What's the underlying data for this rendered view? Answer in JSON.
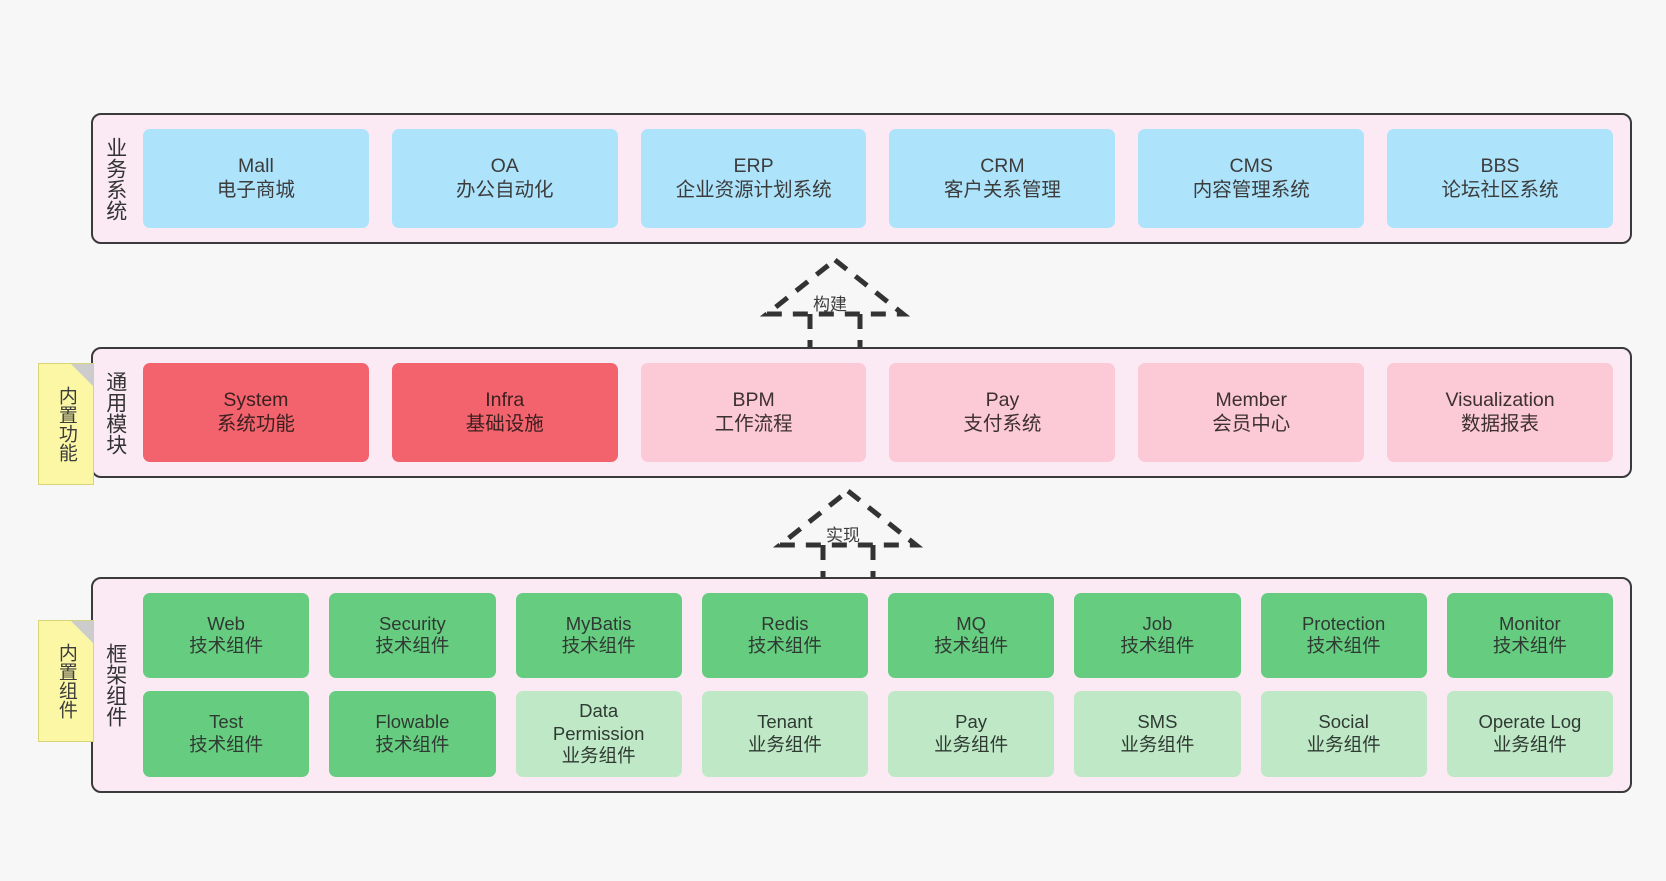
{
  "diagram": {
    "title": "",
    "colors": {
      "canvas_bg": "#f7f7f7",
      "layer_bg": "#fbeaf4",
      "layer_border": "#3a3a3a",
      "business_card": "#ade3fb",
      "core_module_card": "#f3636d",
      "module_card": "#fcc9d6",
      "tech_component_card": "#66cc80",
      "biz_component_card": "#bfe8c6",
      "note_bg": "#fbf7a5",
      "note_fold": "#cccccc",
      "arrow": "#333333"
    }
  },
  "layers": {
    "business": {
      "label": "业务系统",
      "cards": [
        {
          "title": "Mall",
          "subtitle": "电子商城"
        },
        {
          "title": "OA",
          "subtitle": "办公自动化"
        },
        {
          "title": "ERP",
          "subtitle": "企业资源计划系统"
        },
        {
          "title": "CRM",
          "subtitle": "客户关系管理"
        },
        {
          "title": "CMS",
          "subtitle": "内容管理系统"
        },
        {
          "title": "BBS",
          "subtitle": "论坛社区系统"
        }
      ]
    },
    "common": {
      "label": "通用模块",
      "note": "内置功能",
      "cards": [
        {
          "title": "System",
          "subtitle": "系统功能",
          "variant": "core"
        },
        {
          "title": "Infra",
          "subtitle": "基础设施",
          "variant": "core"
        },
        {
          "title": "BPM",
          "subtitle": "工作流程",
          "variant": "normal"
        },
        {
          "title": "Pay",
          "subtitle": "支付系统",
          "variant": "normal"
        },
        {
          "title": "Member",
          "subtitle": "会员中心",
          "variant": "normal"
        },
        {
          "title": "Visualization",
          "subtitle": "数据报表",
          "variant": "normal"
        }
      ]
    },
    "framework": {
      "label": "框架组件",
      "note": "内置组件",
      "row1": [
        {
          "title": "Web",
          "subtitle": "技术组件",
          "variant": "tech"
        },
        {
          "title": "Security",
          "subtitle": "技术组件",
          "variant": "tech"
        },
        {
          "title": "MyBatis",
          "subtitle": "技术组件",
          "variant": "tech"
        },
        {
          "title": "Redis",
          "subtitle": "技术组件",
          "variant": "tech"
        },
        {
          "title": "MQ",
          "subtitle": "技术组件",
          "variant": "tech"
        },
        {
          "title": "Job",
          "subtitle": "技术组件",
          "variant": "tech"
        },
        {
          "title": "Protection",
          "subtitle": "技术组件",
          "variant": "tech"
        },
        {
          "title": "Monitor",
          "subtitle": "技术组件",
          "variant": "tech"
        }
      ],
      "row2": [
        {
          "title": "Test",
          "subtitle": "技术组件",
          "variant": "tech"
        },
        {
          "title": "Flowable",
          "subtitle": "技术组件",
          "variant": "tech"
        },
        {
          "title": "Data",
          "title2": "Permission",
          "subtitle": "业务组件",
          "variant": "biz"
        },
        {
          "title": "Tenant",
          "subtitle": "业务组件",
          "variant": "biz"
        },
        {
          "title": "Pay",
          "subtitle": "业务组件",
          "variant": "biz"
        },
        {
          "title": "SMS",
          "subtitle": "业务组件",
          "variant": "biz"
        },
        {
          "title": "Social",
          "subtitle": "业务组件",
          "variant": "biz"
        },
        {
          "title": "Operate Log",
          "subtitle": "业务组件",
          "variant": "biz"
        }
      ]
    }
  },
  "arrows": [
    {
      "name": "build",
      "label": "构建",
      "from": "common",
      "to": "business",
      "style": "dashed-hollow-triangle"
    },
    {
      "name": "implement",
      "label": "实现",
      "from": "framework",
      "to": "common",
      "style": "dashed-hollow-triangle"
    }
  ]
}
